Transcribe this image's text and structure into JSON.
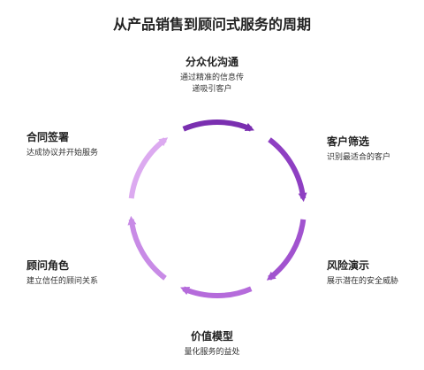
{
  "title": "从产品销售到顾问式服务的周期",
  "steps": [
    {
      "label": "分众化沟通",
      "desc_lines": [
        "通过精准的信息传",
        "递吸引客户"
      ]
    },
    {
      "label": "客户筛选",
      "desc_lines": [
        "识别最适合的客户"
      ]
    },
    {
      "label": "风险演示",
      "desc_lines": [
        "展示潜在的安全威胁"
      ]
    },
    {
      "label": "价值模型",
      "desc_lines": [
        "量化服务的益处"
      ]
    },
    {
      "label": "顾问角色",
      "desc_lines": [
        "建立信任的顾问关系"
      ]
    },
    {
      "label": "合同签署",
      "desc_lines": [
        "达成协议并开始服务"
      ]
    }
  ],
  "colors": {
    "arrow_gradient": [
      "#7a2fb0",
      "#8e3fc2",
      "#a153cf",
      "#b56bdb",
      "#c88be6",
      "#dcaaf0"
    ]
  }
}
